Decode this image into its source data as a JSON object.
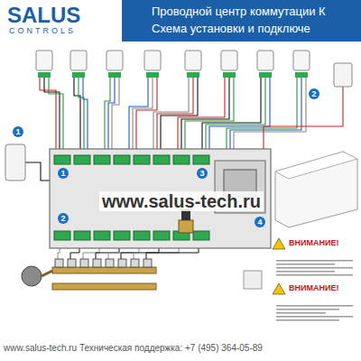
{
  "diagram": {
    "title": "Проводной центр коммутации К",
    "nodes": [
      {
        "text": [
          "ВНИМАНИЕ!"
        ]
      },
      {
        "text": [
          "ВНИМАНИЕ!"
        ]
      }
    ],
    "labels": [
      "SALUS",
      "CONTROLS",
      "Схема установки и подключе",
      "www.salus-tech.ru",
      "www.salus-tech.ru Техническая поддержка: +7 (495) 364-05-89",
      "1",
      "2",
      "1",
      "2",
      "3",
      "4"
    ]
  }
}
